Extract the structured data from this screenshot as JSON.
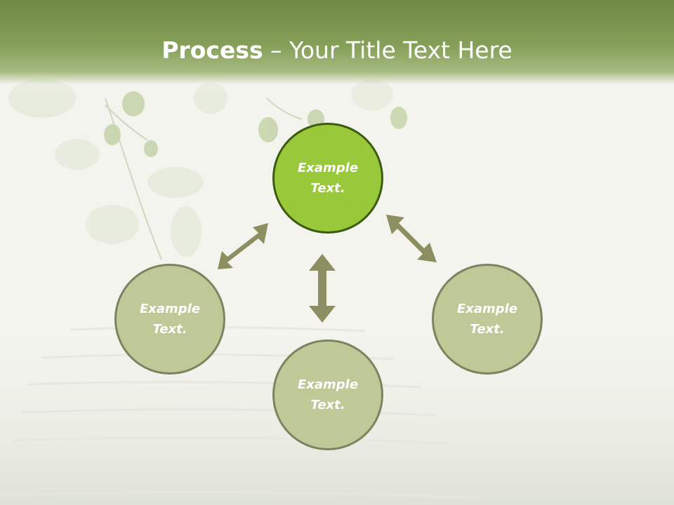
{
  "slide": {
    "title_bold": "Process",
    "title_rest": " – Your Title Text Here"
  },
  "nodes": {
    "top": {
      "label": "Example Text."
    },
    "left": {
      "label": "Example Text."
    },
    "right": {
      "label": "Example Text."
    },
    "bottom": {
      "label": "Example Text."
    }
  },
  "colors": {
    "header": "#86a05a",
    "node_active_fill": "#99c93a",
    "node_fill": "#bfc897",
    "arrow": "#8c8f62"
  }
}
